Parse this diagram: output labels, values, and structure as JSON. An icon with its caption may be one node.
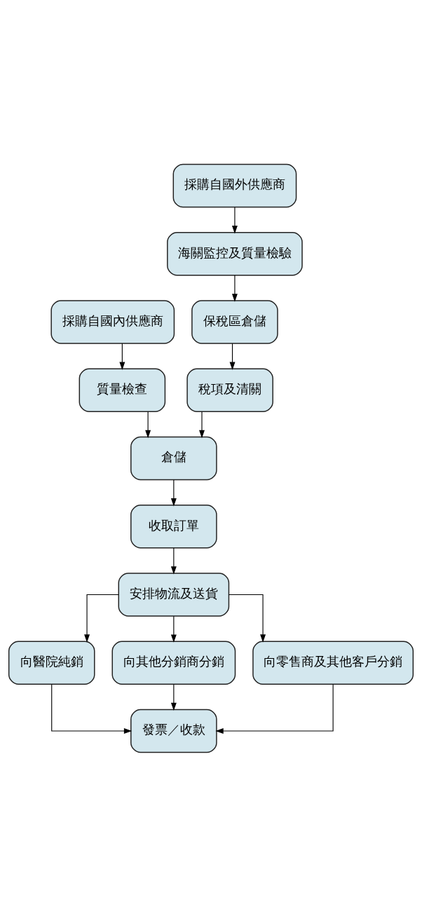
{
  "diagram": {
    "nodes": [
      {
        "text": [
          "採購自國內供應商"
        ]
      },
      {
        "text": [
          "採購自國外供應商"
        ]
      },
      {
        "text": [
          "質量檢查"
        ]
      },
      {
        "text": [
          "海關監控及質量檢驗"
        ]
      },
      {
        "text": [
          "保稅區倉儲"
        ]
      },
      {
        "text": [
          "稅項及清關"
        ]
      },
      {
        "text": [
          "倉儲"
        ]
      },
      {
        "text": [
          "收取訂單"
        ]
      },
      {
        "text": [
          "安排物流及送貨"
        ]
      },
      {
        "text": [
          "向醫院純銷"
        ]
      },
      {
        "text": [
          "向其他分銷商分銷"
        ]
      },
      {
        "text": [
          "向零售商及其他客戶分銷"
        ]
      },
      {
        "text": [
          "發票／收款"
        ]
      }
    ],
    "edges": [
      {
        "from": 0,
        "to": 2,
        "arrow": "to"
      },
      {
        "from": 1,
        "to": 3,
        "arrow": "to"
      },
      {
        "from": 3,
        "to": 4,
        "arrow": "to"
      },
      {
        "from": 4,
        "to": 5,
        "arrow": "to"
      },
      {
        "from": 2,
        "to": 6,
        "arrow": "to"
      },
      {
        "from": 5,
        "to": 6,
        "arrow": "to"
      },
      {
        "from": 6,
        "to": 7,
        "arrow": "to"
      },
      {
        "from": 7,
        "to": 8,
        "arrow": "to"
      },
      {
        "from": 8,
        "to": 9,
        "arrow": "to"
      },
      {
        "from": 8,
        "to": 10,
        "arrow": "to"
      },
      {
        "from": 8,
        "to": 11,
        "arrow": "to"
      },
      {
        "from": 9,
        "to": 12,
        "arrow": "to"
      },
      {
        "from": 10,
        "to": 12,
        "arrow": "to"
      },
      {
        "from": 11,
        "to": 12,
        "arrow": "to"
      }
    ]
  }
}
